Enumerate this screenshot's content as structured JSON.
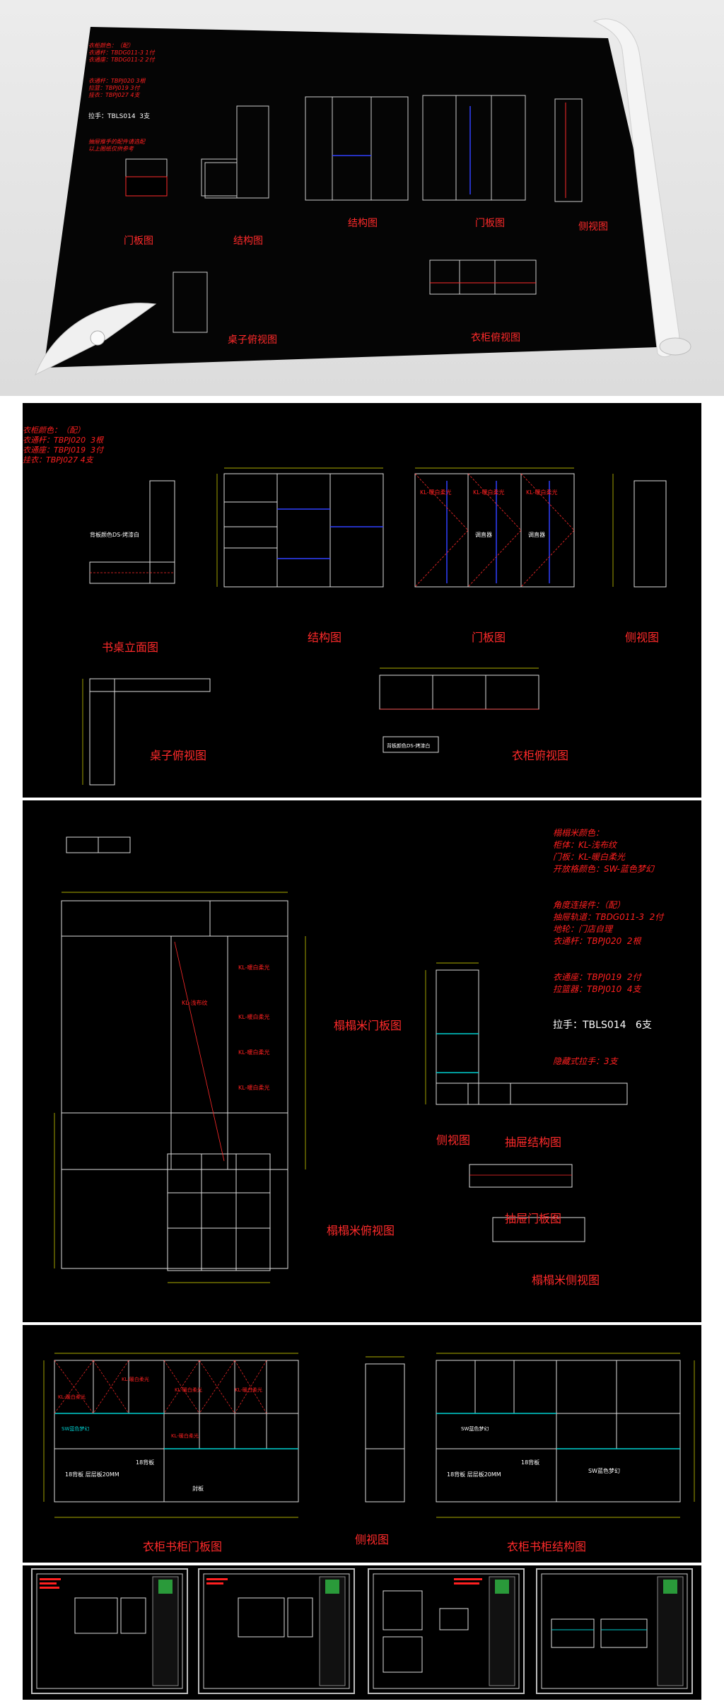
{
  "hero": {
    "notes": [
      "衣柜颜色：（配）",
      "衣通杆：TBDG011-3 1付",
      "衣通座：TBDG011-2 2付",
      "衣通杆：TBPJ020 3根",
      "拉篮：TBPJ019 3付",
      "挂衣：TBPJ027 4支"
    ],
    "handle": "拉手：TBLS014  3支",
    "notes2": [
      "抽屉推手的配件请选配",
      "以上图纸仅供参考"
    ],
    "labels": [
      "门板图",
      "结构图",
      "结构图",
      "门板图",
      "侧视图",
      "桌子俯视图",
      "衣柜俯视图"
    ]
  },
  "panel1": {
    "notes": [
      "衣柜颜色：（配）",
      "衣通杆：TBPJ020  3根",
      "衣通座：TBPJ019  3付",
      "挂衣：TBPJ027 4支"
    ],
    "labels": [
      "书桌立面图",
      "结构图",
      "门板图",
      "侧视图",
      "桌子俯视图",
      "衣柜俯视图"
    ],
    "annotations": [
      "背板颜色DS-烤漆白",
      "KL-暖白柔光",
      "KL-暖白柔光",
      "KL-暖白柔光",
      "调直器",
      "调直器",
      "背板颜色DS-烤漆白"
    ]
  },
  "panel2": {
    "notes": [
      "榻榻米颜色：",
      "柜体：KL-浅布纹",
      "门板：KL-暖白柔光",
      "开放格颜色：SW-蓝色梦幻",
      "角度连接件：（配）",
      "抽屉轨道：TBDG011-3  2付",
      "地轮：门店自理",
      "衣通杆：TBPJ020  2根",
      "衣通座：TBPJ019  2付",
      "拉篮器：TBPJ010  4支"
    ],
    "handle": "拉手：TBLS014   6支",
    "extra": "隐藏式拉手：3支",
    "labels": [
      "榻榻米门板图",
      "侧视图",
      "抽屉结构图",
      "榻榻米俯视图",
      "抽屉门板图",
      "榻榻米侧视图"
    ],
    "annotations": [
      "KL-浅布纹",
      "KL-暖白柔光",
      "KL-暖白柔光",
      "KL-暖白柔光",
      "KL-暖白柔光"
    ]
  },
  "panel3": {
    "labels": [
      "衣柜书柜门板图",
      "侧视图",
      "衣柜书柜结构图"
    ],
    "annotations": [
      "KL-暖白柔光",
      "KL-暖白柔光",
      "KL-暖白柔光",
      "KL-暖白柔光",
      "KL-暖白柔光",
      "SW蓝色梦幻",
      "18背板 层层板20MM",
      "18背板",
      "封板",
      "SW蓝色梦幻",
      "18背板 层层板20MM",
      "18背板",
      "SW蓝色梦幻"
    ]
  },
  "thumbnails": [
    "sheet-1",
    "sheet-2",
    "sheet-3",
    "sheet-4"
  ]
}
